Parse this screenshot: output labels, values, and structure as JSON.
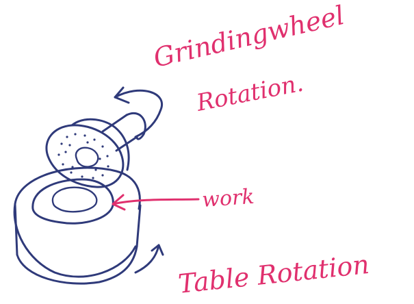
{
  "labels": {
    "wheel_line1": "Grindingwheel",
    "wheel_line2": "Rotation.",
    "work": "work",
    "table": "Table Rotation"
  },
  "colors": {
    "ink": "#2f3a7a",
    "label_pink": "#e0306e",
    "background": "#ffffff"
  }
}
